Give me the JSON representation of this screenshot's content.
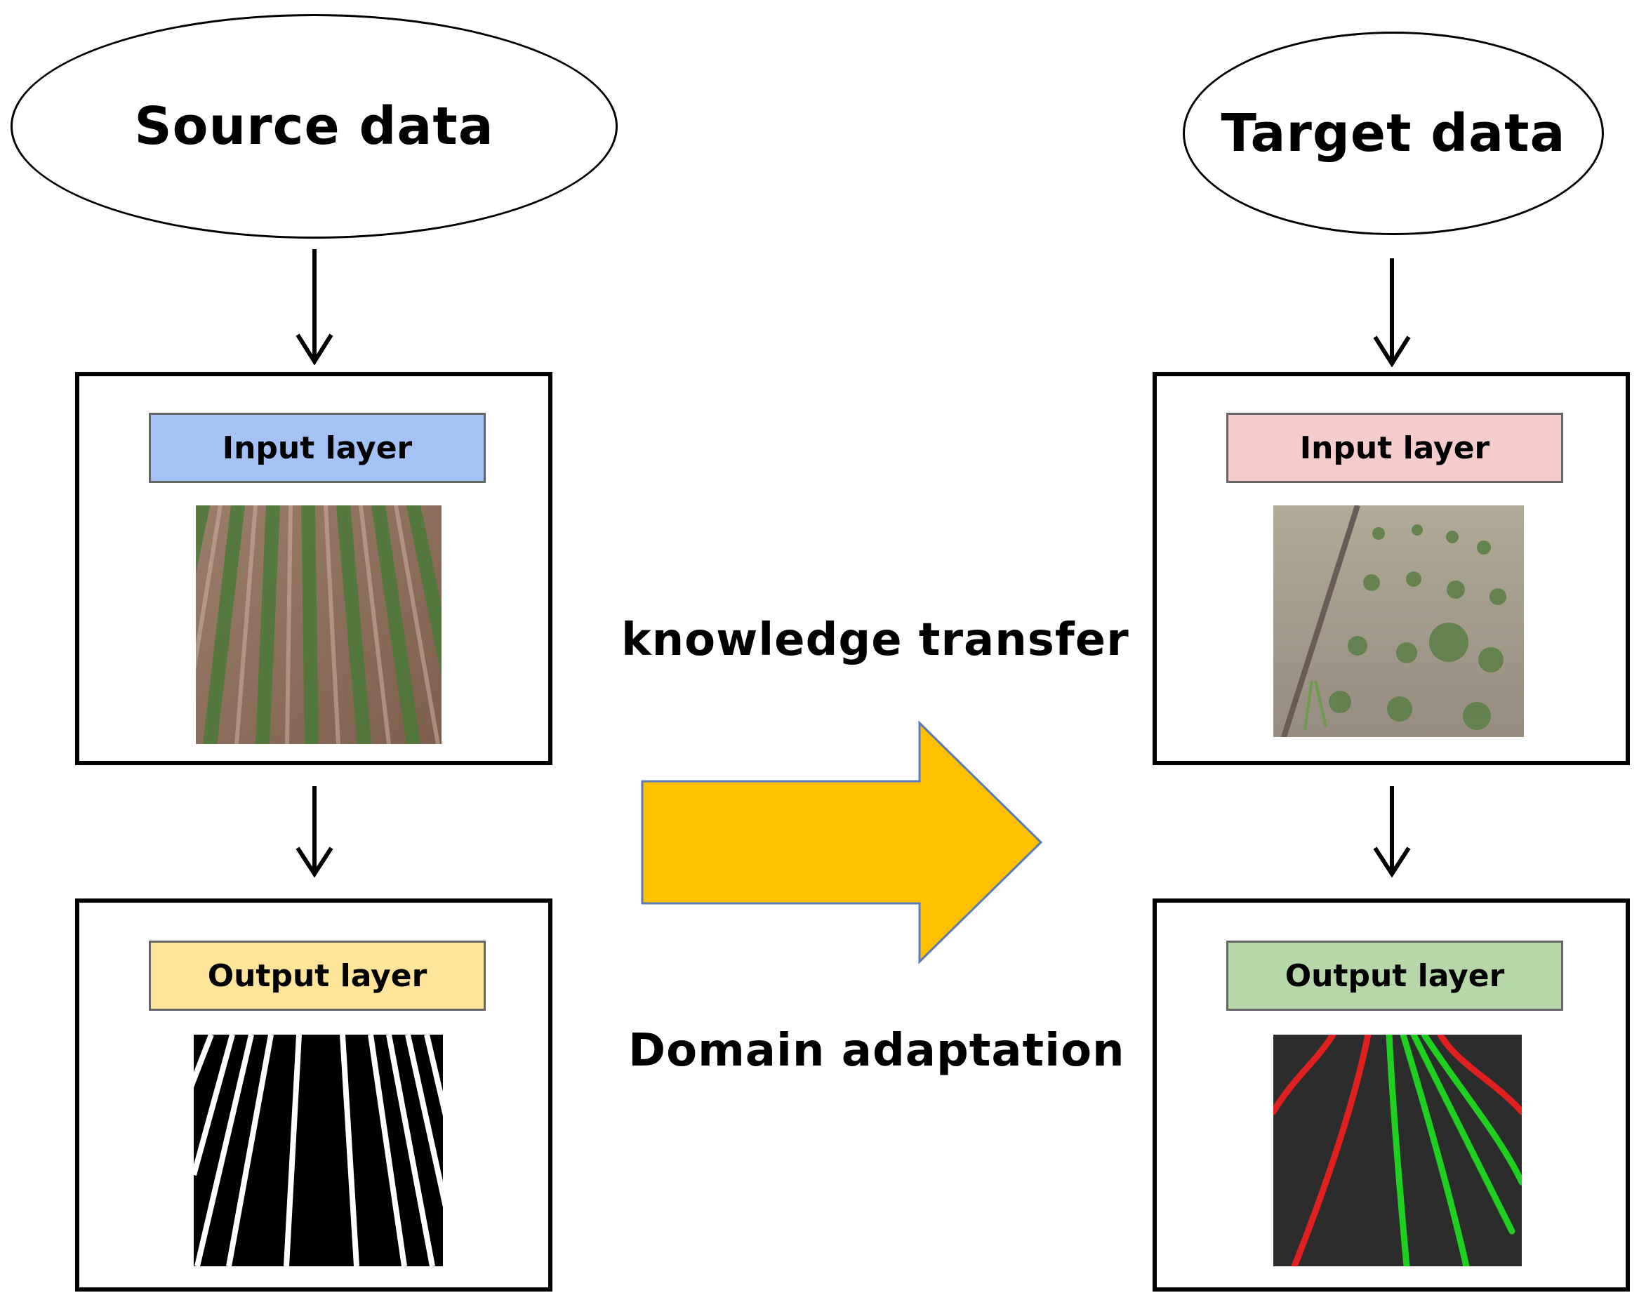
{
  "source": {
    "title": "Source data",
    "input_label": "Input layer",
    "output_label": "Output layer"
  },
  "target": {
    "title": "Target data",
    "input_label": "Input layer",
    "output_label": "Output layer"
  },
  "middle": {
    "top_text": "knowledge transfer",
    "bottom_text": "Domain adaptation"
  },
  "colors": {
    "source_input": "#a4c2f4",
    "source_output": "#ffe599",
    "target_input": "#f4cccc",
    "target_output": "#b6d7a8",
    "transfer_arrow": "#ffc000",
    "soil_brown": "#8d6e5c",
    "crop_green": "#4f7a3a",
    "mask_red": "#e02020",
    "mask_green": "#20d020"
  },
  "icons": {
    "source_input_image": "crop-field-photo",
    "source_output_image": "binary-row-mask",
    "target_input_image": "crop-field-photo",
    "target_output_image": "colored-row-mask"
  }
}
